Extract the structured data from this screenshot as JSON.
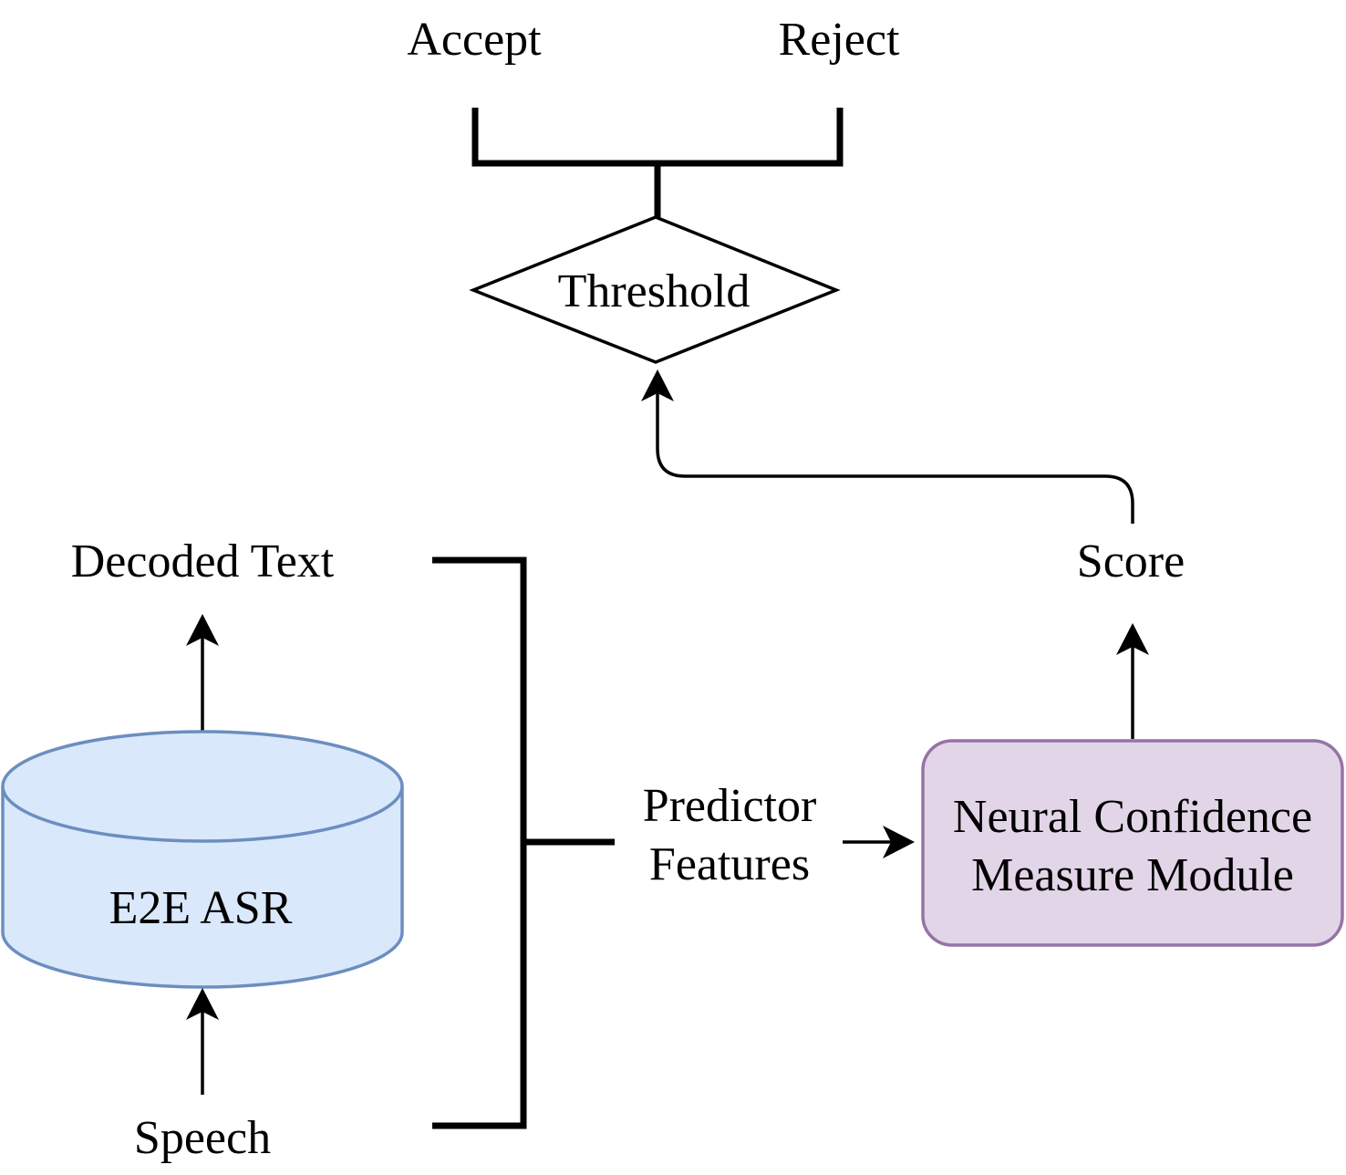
{
  "labels": {
    "accept": "Accept",
    "reject": "Reject",
    "threshold": "Threshold",
    "score": "Score",
    "decoded_text": "Decoded Text",
    "e2e_asr": "E2E ASR",
    "speech": "Speech",
    "predictor_line1": "Predictor",
    "predictor_line2": "Features",
    "ncm_line1": "Neural Confidence",
    "ncm_line2": "Measure Module"
  },
  "colors": {
    "line": "#000000",
    "asr_fill": "#dae8fc",
    "asr_stroke": "#6c8ebf",
    "ncm_fill": "#e1d5e7",
    "ncm_stroke": "#9673a6"
  }
}
